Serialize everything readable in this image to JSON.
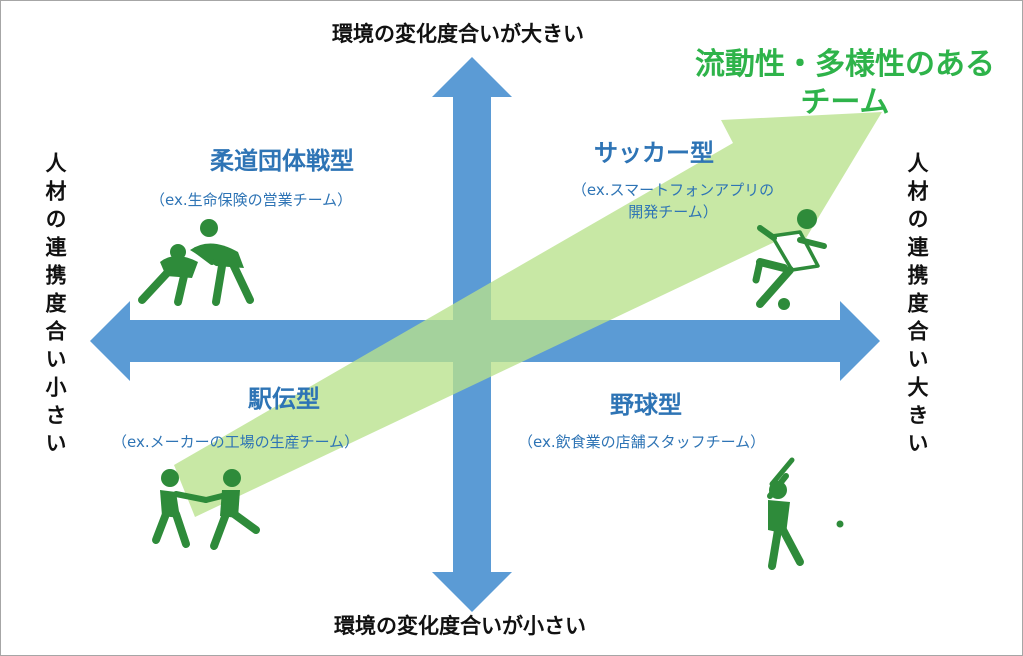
{
  "colors": {
    "axis_arrow": "#5b9bd5",
    "trend_arrow": "#c5e8a0",
    "icon_green": "#2e8b3a",
    "quadrant_text": "#2e74b5",
    "highlight_text": "#2eb34a",
    "axis_text": "#111111"
  },
  "axes": {
    "top": "環境の変化度合いが大きい",
    "bottom": "環境の変化度合いが小さい",
    "left": "人材の連携度合い小さい",
    "right": "人材の連携度合い大きい"
  },
  "highlight": {
    "line1": "流動性・多様性のある",
    "line2": "チーム"
  },
  "quadrants": {
    "top_left": {
      "title": "柔道団体戦型",
      "example": "（ex.生命保険の営業チーム）",
      "icon": "judo-wrestlers-icon"
    },
    "top_right": {
      "title": "サッカー型",
      "example_line1": "（ex.スマートフォンアプリの",
      "example_line2": "開発チーム）",
      "icon": "soccer-player-icon"
    },
    "bottom_left": {
      "title": "駅伝型",
      "example": "（ex.メーカーの工場の生産チーム）",
      "icon": "relay-runners-icon"
    },
    "bottom_right": {
      "title": "野球型",
      "example": "（ex.飲食業の店舗スタッフチーム）",
      "icon": "baseball-batter-icon"
    }
  }
}
